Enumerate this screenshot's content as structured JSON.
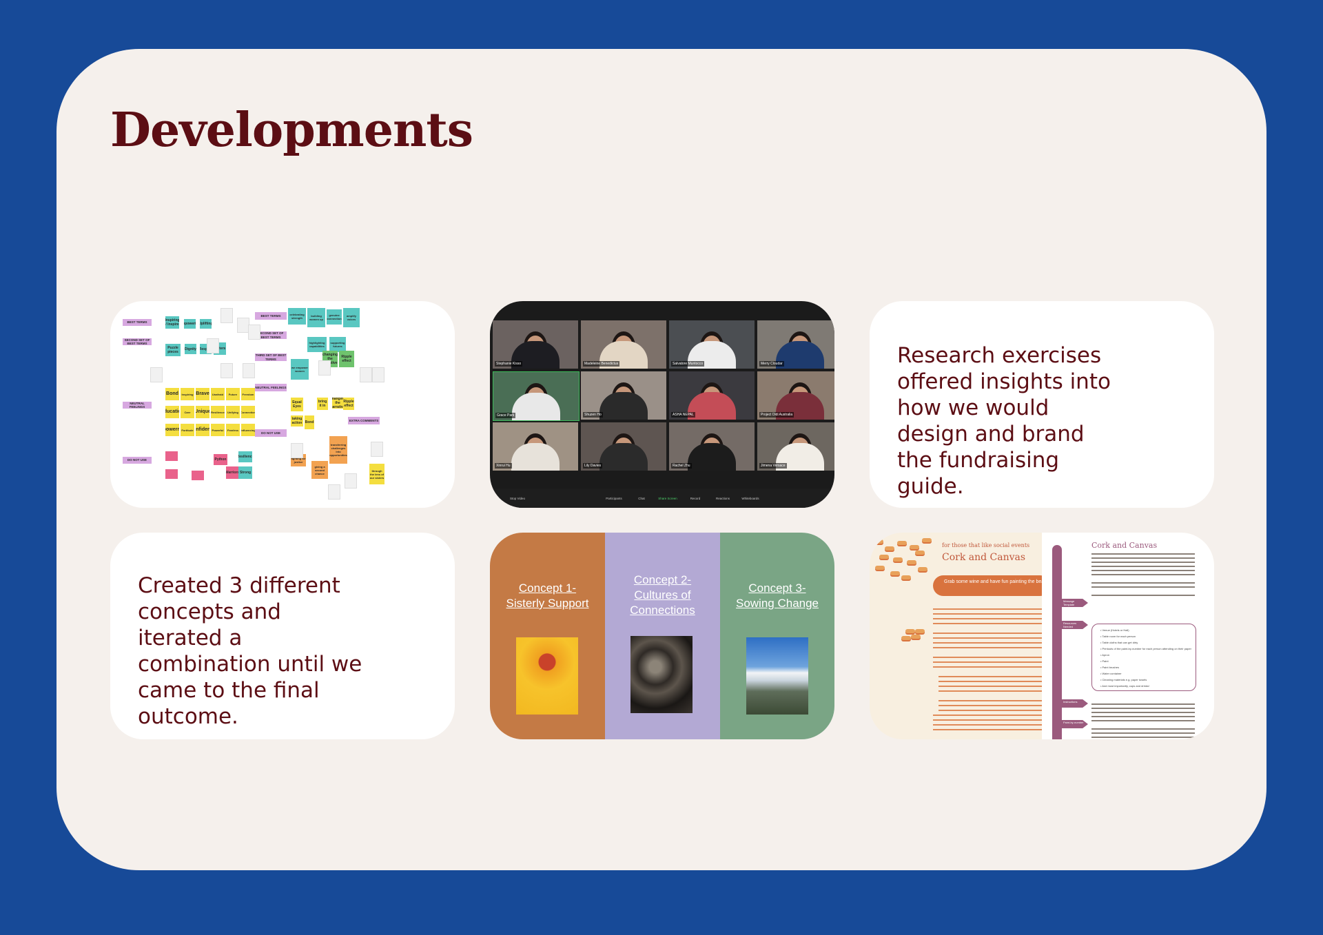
{
  "title": "Developments",
  "cards": {
    "research_text": "Research exercises offered insights into how we would design and brand the fundraising guide.",
    "concepts_text": "Created 3 different concepts and iterated a combination until we came to the final outcome."
  },
  "affinity_board": {
    "left_labels": [
      "BEST TERMS",
      "SECOND SET OF BEST TERMS",
      "NEUTRAL FEELINGS",
      "DO NOT USE"
    ],
    "right_labels": [
      "BEST TERMS",
      "SECOND SET OF BEST TERMS",
      "THIRD SET OF BEST TERMS",
      "NEUTRAL FEELINGS",
      "DO NOT USE",
      "EXTRA COMMENTS"
    ],
    "teal_notes": [
      "Inspiring / Inspire",
      "Empowering",
      "Uplifting",
      "Puzzle pieces",
      "Dignity",
      "Respect",
      "Sisters",
      "celebrating strength",
      "building women up",
      "genuine connection",
      "amplify voices",
      "highlighting capabilities",
      "supporting futures",
      "we empower women"
    ],
    "yellow_notes": [
      "Bond",
      "Inspiring",
      "Brave",
      "Unafraid",
      "Future",
      "Freedom",
      "Education",
      "Care",
      "Unique",
      "Resilience",
      "Unifying",
      "Connection",
      "Empowerment",
      "Fortitude",
      "Confidence",
      "Powerful",
      "Fearless",
      "Influencing",
      "Equal Eyes",
      "taking action",
      "Bond",
      "bring it in",
      "changing the narrative",
      "Ripple effect"
    ],
    "pink_notes": [
      "Python",
      "Warriors"
    ],
    "orange_notes": [
      "fighting for justice",
      "giving a second chance",
      "transferring challenges into opportunities",
      "through the lens of our sisters"
    ],
    "green_notes": [
      "changing the narrative",
      "Ripple effect"
    ],
    "blue_notes": [
      "Resilience",
      "Strong"
    ]
  },
  "zoom_call": {
    "participants": [
      "Stephanie Kisso",
      "Madeleine Benedictus",
      "Salvatore Muntocco",
      "Merry Cloudar",
      "Grace Park",
      "Shuzen Ho",
      "ASHA NEPAL",
      "Project Didi Australia",
      "Xinrui Hu",
      "Lily Davies",
      "Rachel Zhu",
      "Jimena Versace"
    ],
    "toolbar": [
      "Stop Video",
      "Participants",
      "Chat",
      "Share Screen",
      "Record",
      "Reactions",
      "Whiteboards"
    ]
  },
  "concepts": [
    {
      "label": "Concept 1- Sisterly Support",
      "color": "#c47a45",
      "image": "sun-texture"
    },
    {
      "label": "Concept 2- Cultures of Connections",
      "color": "#b3a9d4",
      "image": "mountain-rock"
    },
    {
      "label": "Concept 3- Sowing Change",
      "color": "#7aa585",
      "image": "snowy-mountain"
    }
  ],
  "guide_preview": {
    "kicker": "for those that like social events",
    "heading": "Cork and Canvas",
    "pill": "Grab some wine and have fun painting the beautiful Nepalese scenery.",
    "right_heading": "Cork and Canvas",
    "steps": [
      "Message Template",
      "Resources Needed",
      "Instructions",
      "Paint-by-number"
    ],
    "resources": [
      "Venue (Hotels or Hall)",
      "Table room for each person",
      "Table cloths that can get dirty",
      "Printouts of the paint-by-number for each person attending on their paper",
      "Apron",
      "Paint",
      "Paint brushes",
      "Water container",
      "Cleaning materials e.g. paper towels",
      "And most importantly, cups and drinks!"
    ]
  },
  "colors": {
    "page_bg": "#174a98",
    "panel_bg": "#f5f0ec",
    "title": "#5c0e14",
    "card_bg": "#ffffff"
  }
}
